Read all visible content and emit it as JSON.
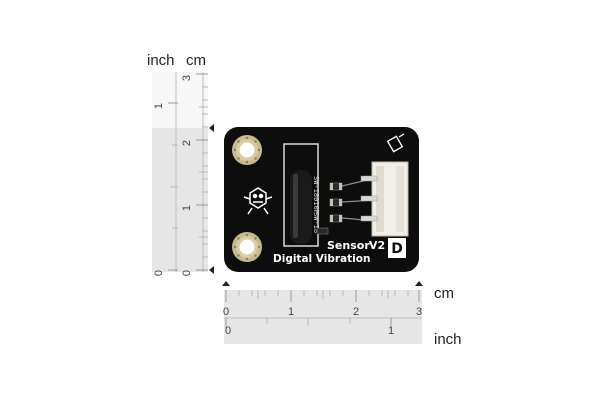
{
  "units": {
    "inch": "inch",
    "cm": "cm"
  },
  "vertical_ruler": {
    "cm_ticks": [
      "3",
      "2",
      "1",
      "0"
    ],
    "inch_ticks": [
      "1",
      "0"
    ]
  },
  "horizontal_ruler": {
    "cm_ticks": [
      "0",
      "1",
      "2",
      "3"
    ],
    "inch_ticks": [
      "0",
      "1"
    ]
  },
  "board": {
    "label_sensor": "Sensor",
    "label_version": "V2",
    "label_name": "Digital Vibration",
    "logo_letter": "D",
    "component_code_1": "SW-18010P",
    "component_code_2": "SW-18",
    "colors": {
      "pcb": "#0d0d0d",
      "silkscreen": "#ffffff",
      "pad": "#c9b98f",
      "connector": "#f2efe9",
      "switch_body": "#1a1a1a"
    }
  }
}
